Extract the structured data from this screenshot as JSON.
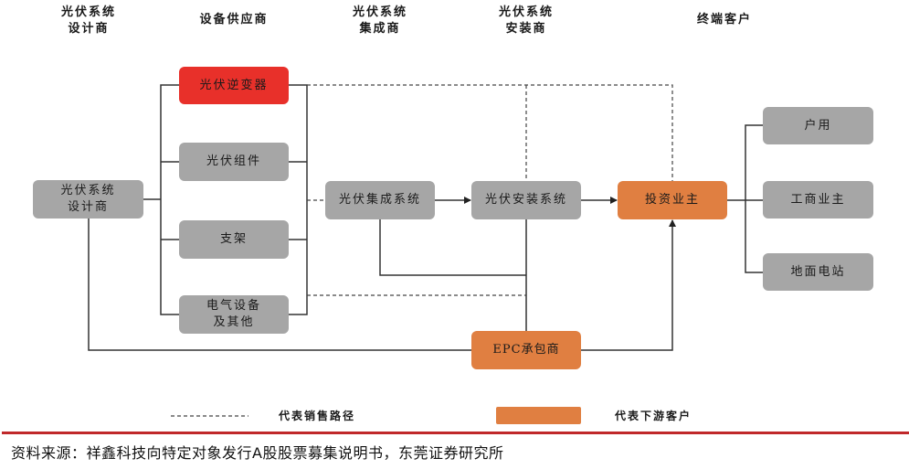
{
  "headers": {
    "designer": "光伏系统\n设计商",
    "supplier": "设备供应商",
    "integrator": "光伏系统\n集成商",
    "installer": "光伏系统\n安装商",
    "end_customer": "终端客户"
  },
  "nodes": {
    "designer": "光伏系统\n设计商",
    "inverter": "光伏逆变器",
    "modules": "光伏组件",
    "bracket": "支架",
    "electrical": "电气设备\n及其他",
    "integration_system": "光伏集成系统",
    "installation_system": "光伏安装系统",
    "investor_owner": "投资业主",
    "epc_contractor": "EPC承包商",
    "household": "户用",
    "commercial_industrial": "工商业主",
    "ground_station": "地面电站"
  },
  "legend": {
    "dashed_label": "代表销售路径",
    "swatch_label": "代表下游客户"
  },
  "colors": {
    "highlight": "#e8302a",
    "downstream": "#e07f41",
    "node": "#a6a6a6",
    "source_rule": "#c0282a"
  },
  "source": "资料来源：祥鑫科技向特定对象发行A股股票募集说明书，东莞证券研究所"
}
